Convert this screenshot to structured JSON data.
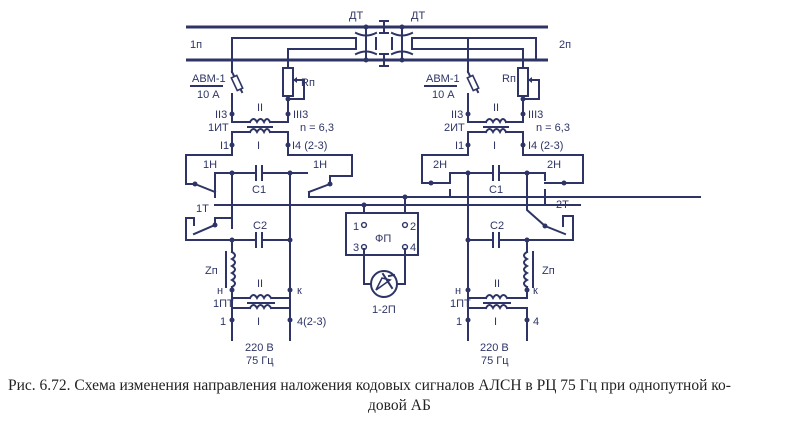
{
  "diagram": {
    "title": "Схема изменения направления наложения кодовых сигналов АЛСН в РЦ 75 Гц при однопутной кодовой АБ",
    "colors": {
      "wire": "#2e3566",
      "text": "#222222"
    },
    "track": {
      "left_section": "1п",
      "right_section": "2п",
      "choke_transformers": [
        "ДТ",
        "ДТ"
      ]
    },
    "left_end": {
      "breaker_label": "АВМ-1",
      "breaker_rating": "10 А",
      "resistor": "Rп",
      "transformer": "1ИТ",
      "ratio": "n = 6,3",
      "winding_II": "II",
      "winding_I": "I",
      "term_II3": "II3",
      "term_III3": "III3",
      "term_I1": "I1",
      "term_I4": "I4 (2-3)",
      "relay_contact_1": "1Н",
      "relay_contact_2": "1Н",
      "relay_T": "1Т",
      "cap1": "С1",
      "cap2": "С2",
      "reactor": "Zп",
      "pt_transformer": "1ПТ",
      "pt_n": "н",
      "pt_k": "к",
      "pt_term_1": "1",
      "pt_term_4": "4(2-3)",
      "supply_voltage": "220 В",
      "supply_freq": "75 Гц"
    },
    "right_end": {
      "breaker_label": "АВМ-1",
      "breaker_rating": "10 А",
      "resistor": "Rп",
      "transformer": "2ИТ",
      "ratio": "n = 6,3",
      "winding_II": "II",
      "winding_I": "I",
      "term_II3": "II3",
      "term_III3": "III3",
      "term_I1": "I1",
      "term_I4": "I4 (2-3)",
      "relay_contact_1": "2Н",
      "relay_contact_2": "2Н",
      "relay_T": "2Т",
      "cap1": "С1",
      "cap2": "С2",
      "reactor": "Zп",
      "pt_transformer": "1ПТ",
      "pt_n": "н",
      "pt_k": "к",
      "pt_term_1": "1",
      "pt_term_4": "4",
      "supply_voltage": "220 В",
      "supply_freq": "75 Гц"
    },
    "center": {
      "filter": "ФП",
      "filter_terms": [
        "1",
        "2",
        "3",
        "4"
      ],
      "relay": "1-2П"
    }
  },
  "caption": {
    "line1": "Рис. 6.72. Схема изменения направления наложения кодовых сигналов АЛСН в РЦ 75 Гц при однопутной ко-",
    "line2": "довой АБ"
  }
}
